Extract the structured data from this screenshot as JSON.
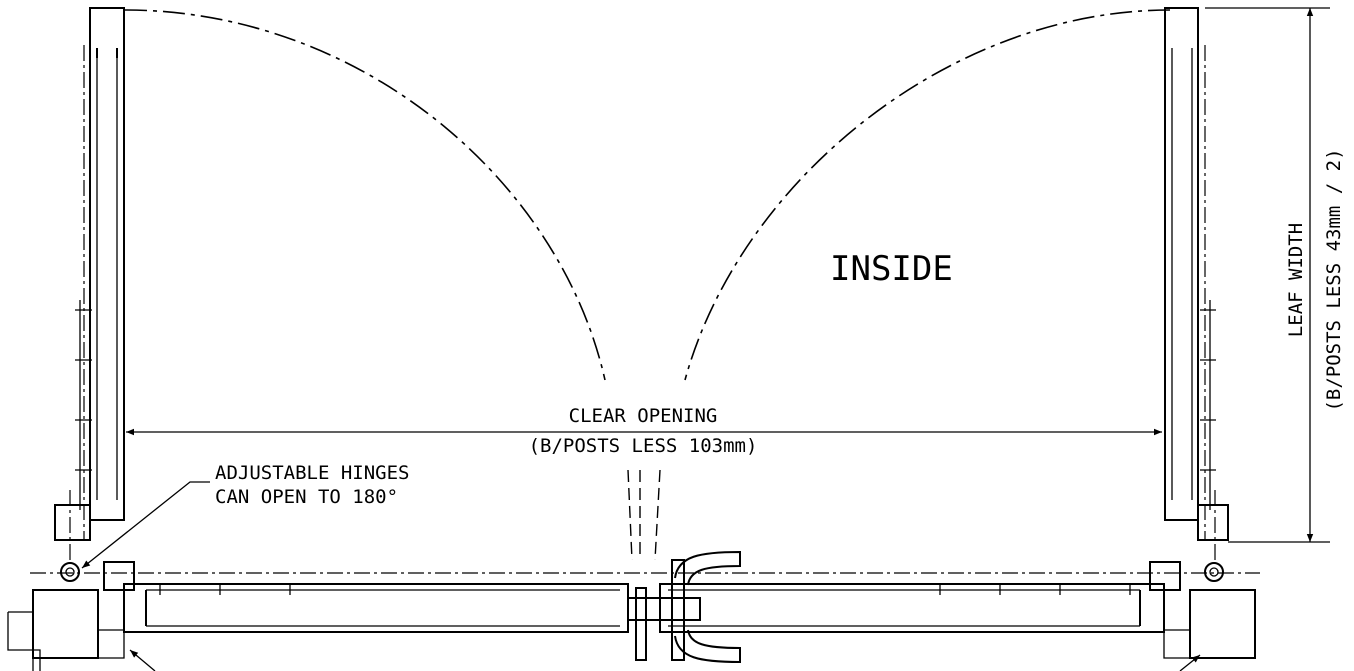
{
  "labels": {
    "inside": "INSIDE",
    "clear_opening_line1": "CLEAR OPENING",
    "clear_opening_line2": "(B/POSTS LESS 103mm)",
    "hinge_note_line1": "ADJUSTABLE HINGES",
    "hinge_note_line2": "CAN OPEN TO 180°",
    "leaf_width_line1": "LEAF WIDTH",
    "leaf_width_line2": "(B/POSTS LESS 43mm / 2)"
  }
}
